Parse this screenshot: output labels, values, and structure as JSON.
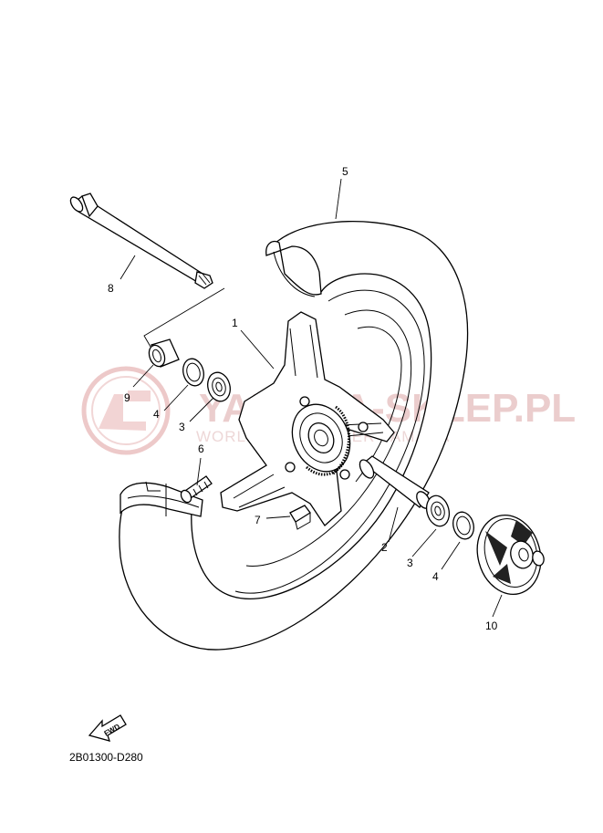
{
  "diagram": {
    "drawing_code": "2B01300-D280",
    "fwd_label": "FWD",
    "watermark": {
      "title": "YAMAHA-SKLEP.PL",
      "subtitle": "WORLDWIDE DEALER YAMAHA"
    },
    "callouts": [
      "1",
      "2",
      "3",
      "3",
      "4",
      "4",
      "5",
      "6",
      "7",
      "8",
      "9",
      "10"
    ]
  }
}
